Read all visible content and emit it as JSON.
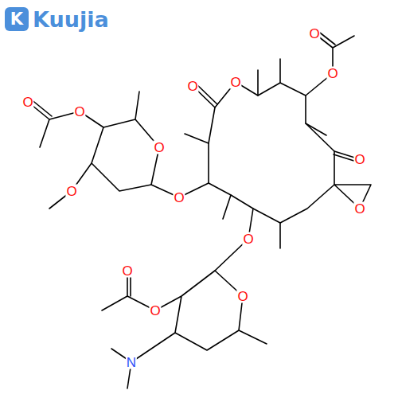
{
  "diagram": {
    "labels": [
      "K",
      "Kuujia",
      "O",
      "O",
      "O",
      "O",
      "O",
      "O",
      "O",
      "O",
      "O",
      "O",
      "O",
      "O",
      "O",
      "O",
      "O",
      "N"
    ]
  }
}
